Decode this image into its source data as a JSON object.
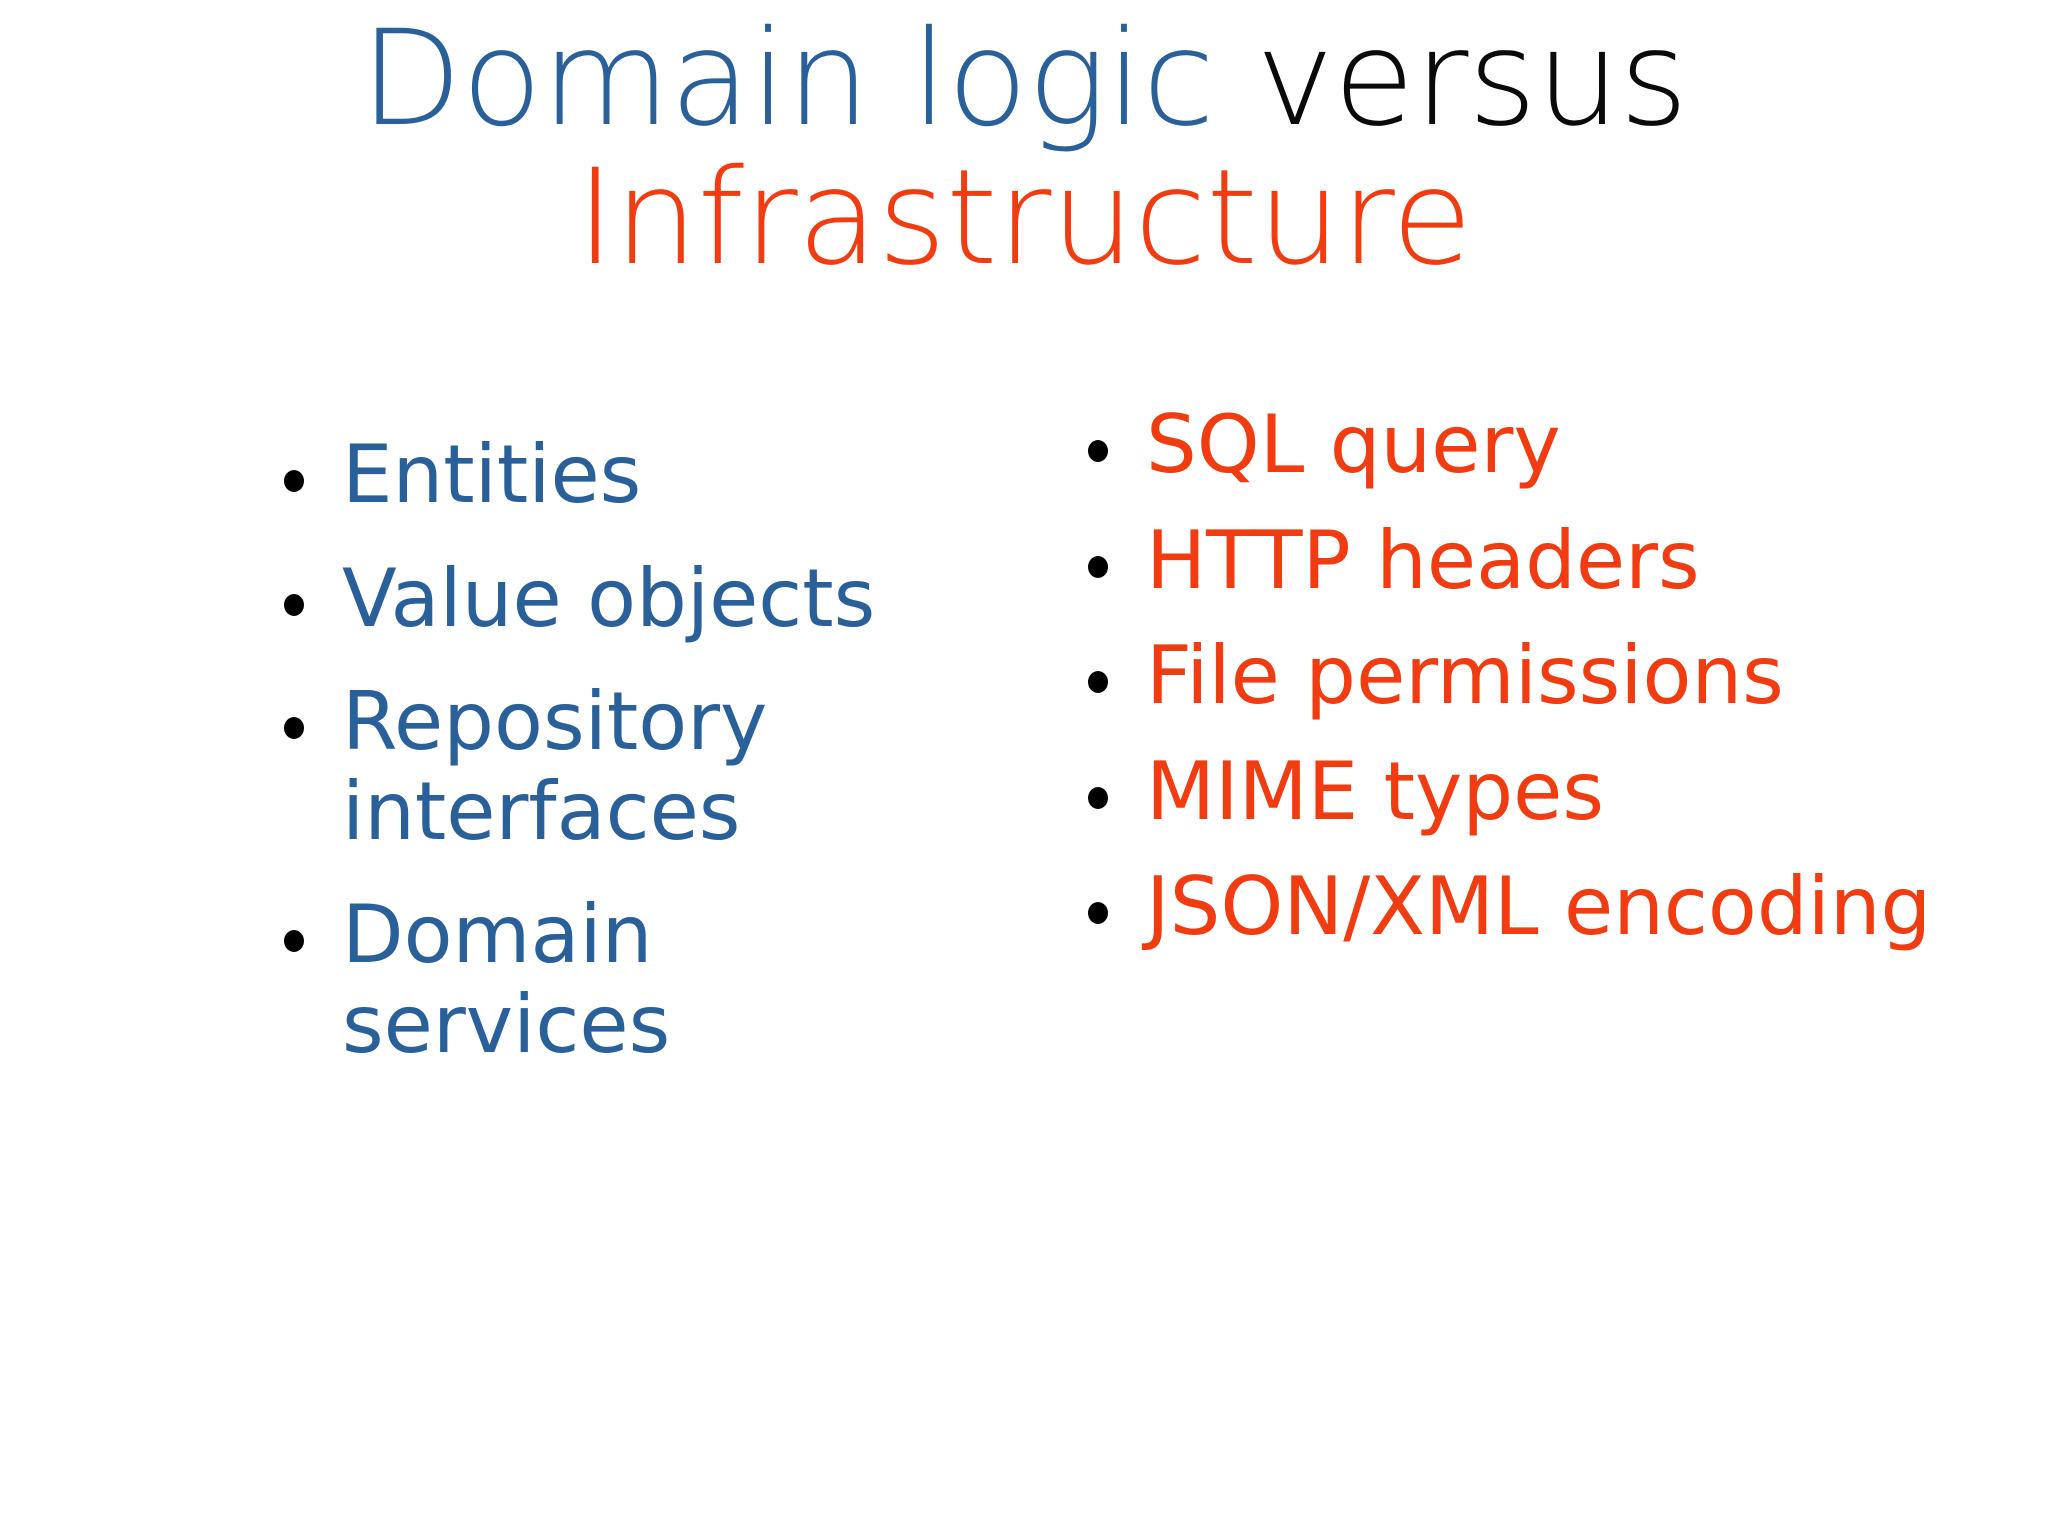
{
  "slide": {
    "background_color": "#ffffff",
    "title": {
      "line1_part1": "Domain logic",
      "line1_part1_color": "#2a6099",
      "line1_part2": " versus",
      "line1_part2_color": "#0a0a0a",
      "line2": "Infrastructure",
      "line2_color": "#f03c10"
    },
    "columns": [
      {
        "name": "domain-logic",
        "text_color": "#2a6099",
        "bullet_color": "#000000",
        "items": [
          "Entities",
          "Value objects",
          "Repository interfaces",
          "Domain services"
        ]
      },
      {
        "name": "infrastructure",
        "text_color": "#f03c10",
        "bullet_color": "#000000",
        "items": [
          "SQL query",
          "HTTP headers",
          "File permissions",
          "MIME types",
          "JSON/XML encoding"
        ]
      }
    ]
  }
}
